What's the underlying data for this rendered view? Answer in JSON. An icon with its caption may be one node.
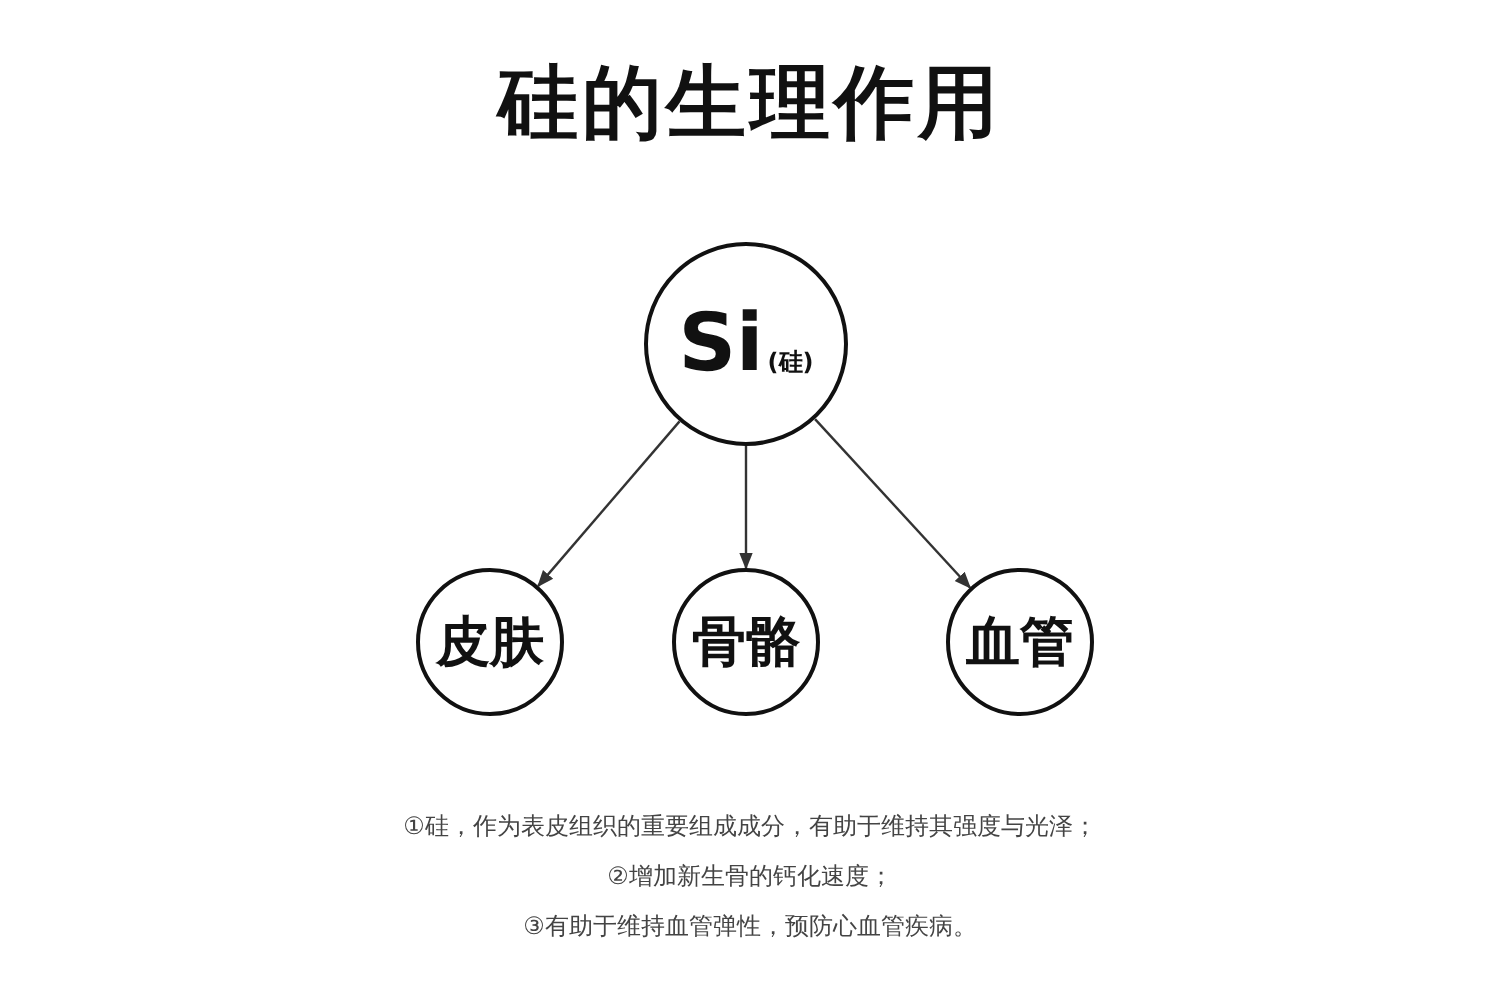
{
  "diagram": {
    "title": "硅的生理作用",
    "nodes": [
      {
        "text": [
          "Si",
          "(硅)"
        ]
      },
      {
        "text": [
          "皮肤"
        ]
      },
      {
        "text": [
          "骨骼"
        ]
      },
      {
        "text": [
          "血管"
        ]
      }
    ],
    "edges": [
      {
        "from": 0,
        "to": 1,
        "arrow": "to"
      },
      {
        "from": 0,
        "to": 2,
        "arrow": "to"
      },
      {
        "from": 0,
        "to": 3,
        "arrow": "to"
      }
    ],
    "labels": [
      "①硅，作为表皮组织的重要组成成分，有助于维持其强度与光泽；",
      "②增加新生骨的钙化速度；",
      "③有助于维持血管弹性，预防心血管疾病。"
    ]
  }
}
